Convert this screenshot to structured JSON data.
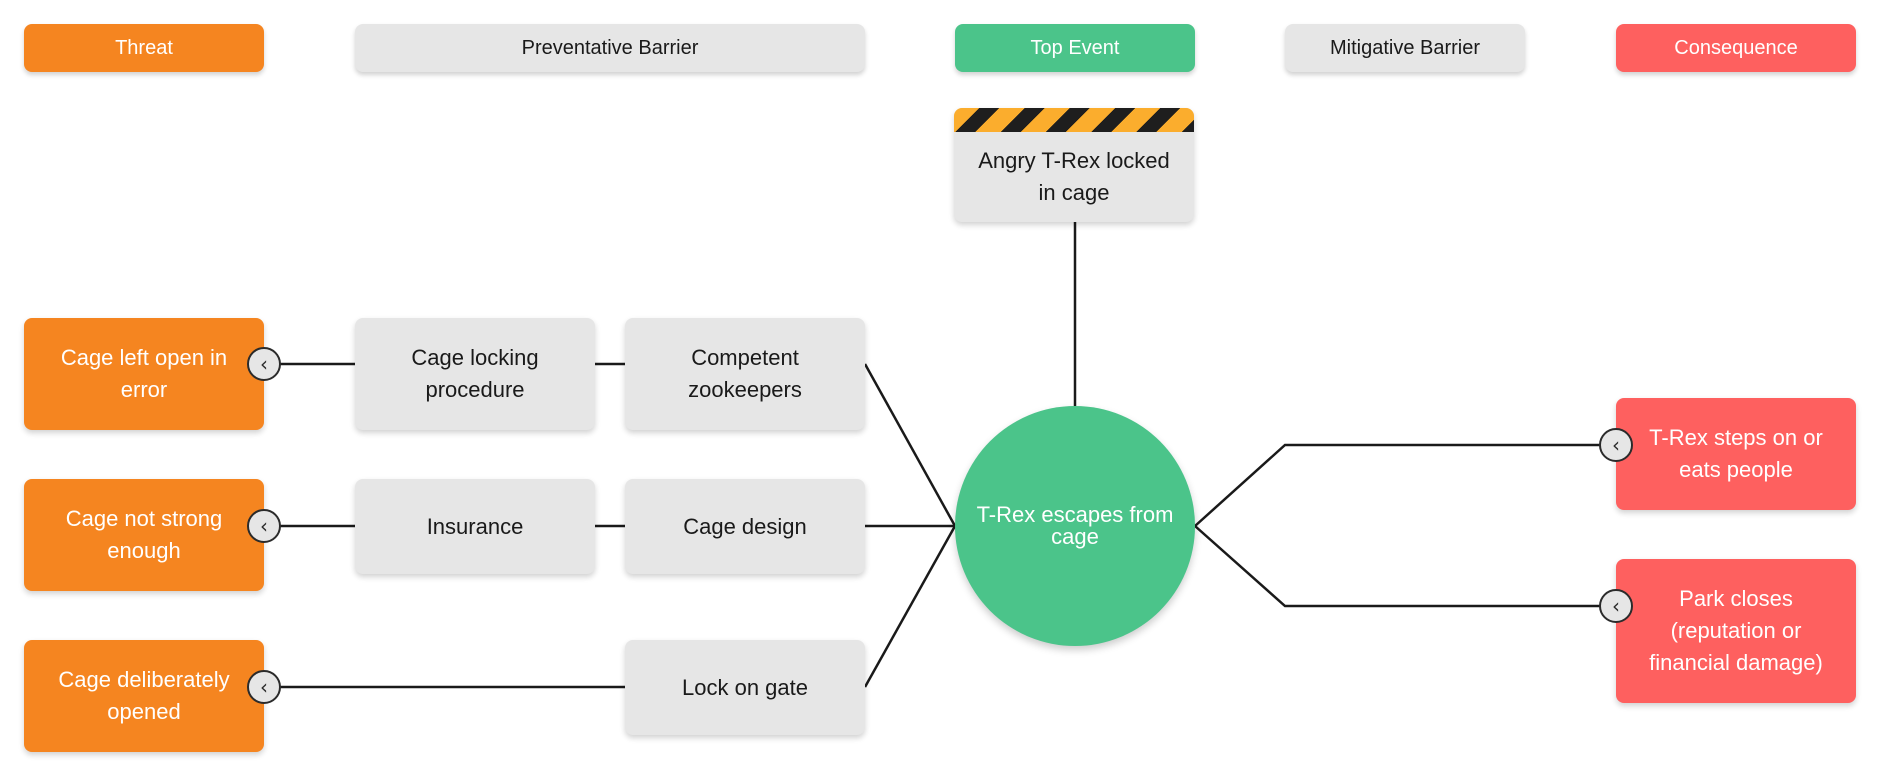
{
  "headers": {
    "threat": "Threat",
    "preventative": "Preventative Barrier",
    "top_event": "Top Event",
    "mitigative": "Mitigative Barrier",
    "consequence": "Consequence"
  },
  "hazard": "Angry T-Rex locked in cage",
  "top_event": "T-Rex escapes from cage",
  "threats": [
    "Cage left open in error",
    "Cage not strong enough",
    "Cage deliberately opened"
  ],
  "preventative_barriers": {
    "row1": [
      "Cage locking procedure",
      "Competent zookeepers"
    ],
    "row2": [
      "Insurance",
      "Cage design"
    ],
    "row3": [
      "Lock on gate"
    ]
  },
  "consequences": [
    "T-Rex steps on or eats people",
    "Park closes (reputation or financial damage)"
  ],
  "icons": {
    "connector": "chevron-left-icon"
  },
  "colors": {
    "threat": "#f58520",
    "barrier": "#e6e6e6",
    "top_event": "#4bc48a",
    "consequence": "#fe605f",
    "hazard_stripe": "#fbad2d"
  }
}
